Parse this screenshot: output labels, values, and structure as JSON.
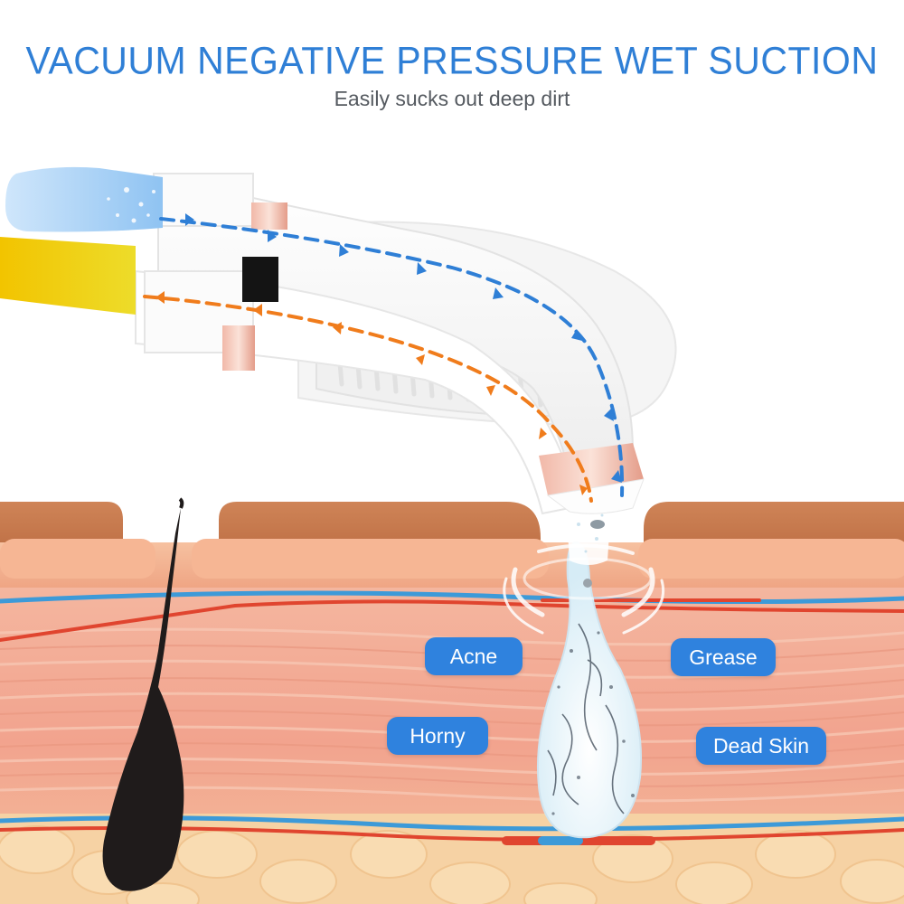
{
  "header": {
    "title": "VACUUM NEGATIVE PRESSURE WET SUCTION",
    "subtitle": "Easily sucks out deep dirt"
  },
  "labels": {
    "acne": "Acne",
    "grease": "Grease",
    "horny": "Horny",
    "dead_skin": "Dead Skin"
  },
  "colors": {
    "title": "#2f7fd6",
    "subtitle": "#555a60",
    "label_bg": "#2f82de",
    "inflow_arrow": "#2f7fd6",
    "outflow_arrow": "#f07c1c",
    "skin_top": "#c97b4f",
    "skin_layer": "#f2b08e",
    "dermis": "#f3a992"
  }
}
